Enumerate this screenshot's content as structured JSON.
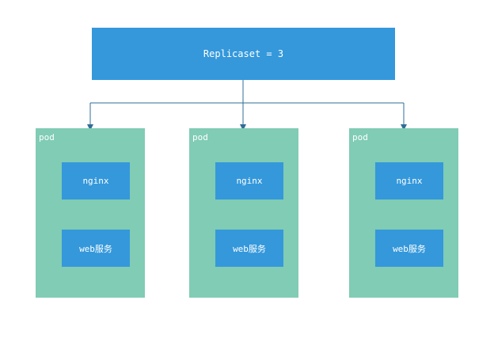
{
  "replicaset": {
    "label": "Replicaset = 3"
  },
  "pods": [
    {
      "label": "pod",
      "containers": [
        {
          "label": "nginx"
        },
        {
          "label": "web服务"
        }
      ]
    },
    {
      "label": "pod",
      "containers": [
        {
          "label": "nginx"
        },
        {
          "label": "web服务"
        }
      ]
    },
    {
      "label": "pod",
      "containers": [
        {
          "label": "nginx"
        },
        {
          "label": "web服务"
        }
      ]
    }
  ],
  "colors": {
    "box_blue": "#3498db",
    "pod_green": "#80ccb4",
    "connector": "#2f6e96"
  }
}
